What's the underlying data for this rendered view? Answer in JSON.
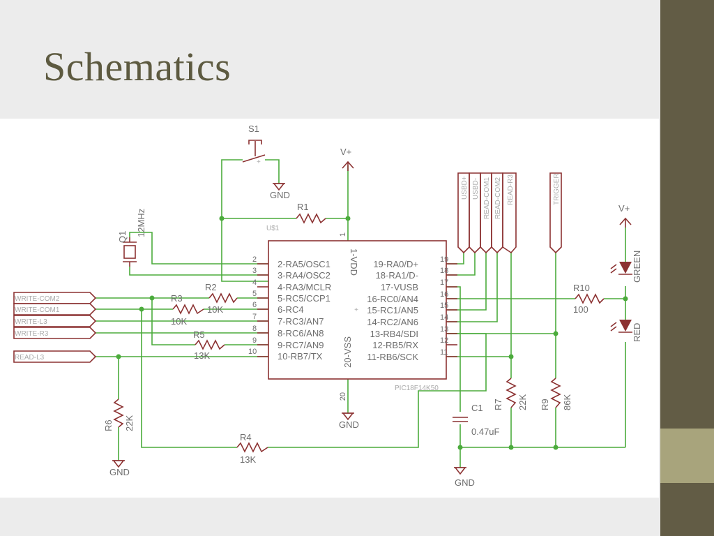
{
  "slide": {
    "title": "Schematics",
    "colors": {
      "sidebar": "#625c45",
      "accent": "#a8a47c",
      "wire": "#4bab3c",
      "part": "#8c3232",
      "title": "#5d5a40"
    }
  },
  "schematic": {
    "chip": {
      "name": "U$1",
      "part": "PIC18F14K50",
      "vdd": "1-VDD",
      "vss": "20-VSS",
      "vdd_num": "1",
      "vss_num": "20",
      "pins_left": [
        {
          "num": "2",
          "label": "2-RA5/OSC1"
        },
        {
          "num": "3",
          "label": "3-RA4/OSC2"
        },
        {
          "num": "4",
          "label": "4-RA3/MCLR"
        },
        {
          "num": "5",
          "label": "5-RC5/CCP1"
        },
        {
          "num": "6",
          "label": "6-RC4"
        },
        {
          "num": "7",
          "label": "7-RC3/AN7"
        },
        {
          "num": "8",
          "label": "8-RC6/AN8"
        },
        {
          "num": "9",
          "label": "9-RC7/AN9"
        },
        {
          "num": "10",
          "label": "10-RB7/TX"
        }
      ],
      "pins_right": [
        {
          "num": "19",
          "label": "19-RA0/D+"
        },
        {
          "num": "18",
          "label": "18-RA1/D-"
        },
        {
          "num": "17",
          "label": "17-VUSB"
        },
        {
          "num": "16",
          "label": "16-RC0/AN4"
        },
        {
          "num": "15",
          "label": "15-RC1/AN5"
        },
        {
          "num": "14",
          "label": "14-RC2/AN6"
        },
        {
          "num": "13",
          "label": "13-RB4/SDI"
        },
        {
          "num": "12",
          "label": "12-RB5/RX"
        },
        {
          "num": "11",
          "label": "11-RB6/SCK"
        }
      ]
    },
    "components": {
      "s1": {
        "name": "S1"
      },
      "r1": {
        "name": "R1"
      },
      "r2": {
        "name": "R2",
        "value": "10K"
      },
      "r3": {
        "name": "R3",
        "value": "10K"
      },
      "r4": {
        "name": "R4",
        "value": "13K"
      },
      "r5": {
        "name": "R5",
        "value": "13K"
      },
      "r6": {
        "name": "R6",
        "value": "22K"
      },
      "r7": {
        "name": "R7",
        "value": "22K"
      },
      "r9": {
        "name": "R9",
        "value": "86K"
      },
      "r10": {
        "name": "R10",
        "value": "100"
      },
      "c1": {
        "name": "C1",
        "value": "0.47uF"
      },
      "q1": {
        "name": "Q1",
        "value": "12MHz"
      },
      "led_green": {
        "name": "GREEN"
      },
      "led_red": {
        "name": "RED"
      }
    },
    "power": {
      "vplus": "V+",
      "gnd": "GND"
    },
    "connectors_left": [
      "WRITE-COM2",
      "WRITE-COM1",
      "WRITE-L3",
      "WRITE-R3",
      "READ-L3"
    ],
    "connectors_top": [
      "USBD+",
      "USBD-",
      "READ-COM1",
      "READ-COM2",
      "READ-R3",
      "TRIGGER"
    ]
  }
}
